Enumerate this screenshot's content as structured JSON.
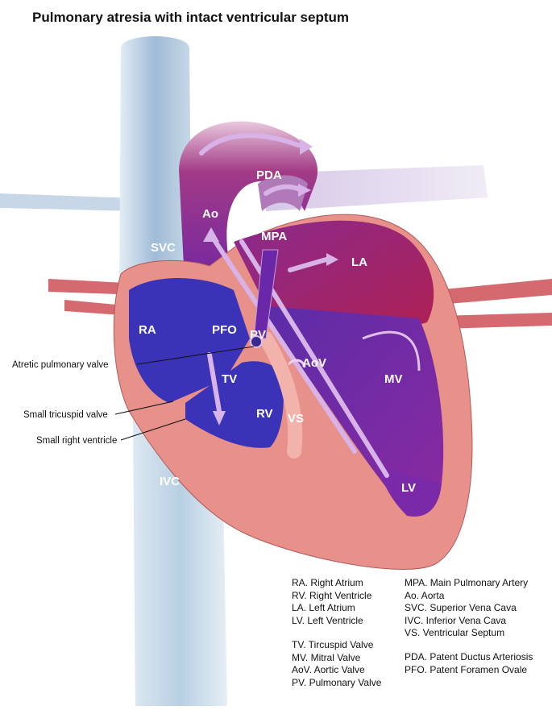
{
  "title": "Pulmonary atresia with intact ventricular septum",
  "labels": {
    "pda": "PDA",
    "ao": "Ao",
    "mpa": "MPA",
    "svc": "SVC",
    "la": "LA",
    "ra": "RA",
    "pfo": "PFO",
    "pv": "PV",
    "aov": "AoV",
    "tv": "TV",
    "mv": "MV",
    "rv": "RV",
    "vs": "VS",
    "ivc": "IVC",
    "lv": "LV"
  },
  "annotations": {
    "atretic_pulmonary_valve": "Atretic pulmonary valve",
    "small_tricuspid_valve": "Small tricuspid valve",
    "small_right_ventricle": "Small right ventricle"
  },
  "legend": {
    "col1_group1": [
      "RA. Right Atrium",
      "RV. Right Ventricle",
      "LA. Left Atrium",
      "LV. Left Ventricle"
    ],
    "col1_group2": [
      "TV. Tircuspid Valve",
      "MV. Mitral Valve",
      "AoV. Aortic Valve",
      "PV. Pulmonary Valve"
    ],
    "col2_group1": [
      "MPA. Main Pulmonary Artery",
      "Ao. Aorta",
      "SVC. Superior Vena Cava",
      "IVC. Inferior Vena Cava",
      "VS. Ventricular Septum"
    ],
    "col2_group2": [
      "PDA. Patent Ductus Arteriosis",
      "PFO. Patent Foramen Ovale"
    ]
  },
  "colors": {
    "vein_blue": "#a9c4dc",
    "deoxy_blue": "#3a33b8",
    "oxy_red": "#b0204f",
    "mixed_purple": "#7a2a9e",
    "muscle_pink": "#e8908a",
    "arrow_lilac": "#d7b3e8"
  }
}
